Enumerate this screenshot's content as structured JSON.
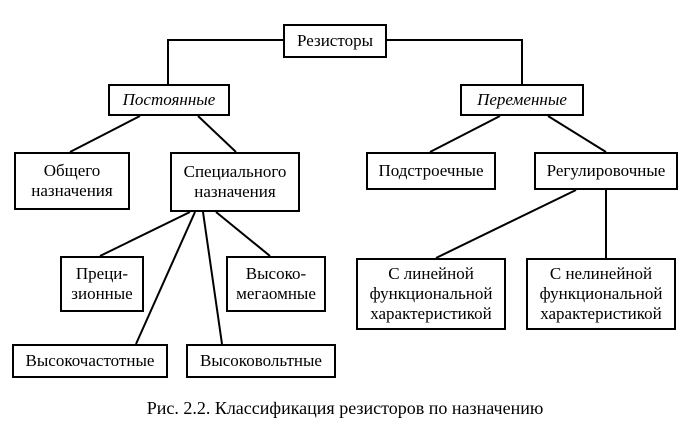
{
  "nodes": {
    "root": "Резисторы",
    "fixed": "Постоянные",
    "variable": "Переменные",
    "general": "Общего\nназначения",
    "special": "Специального\nназначения",
    "trimmer": "Подстроечные",
    "adjustable": "Регулировочные",
    "precision": "Преци-\nзионные",
    "high_megohm": "Высоко-\nмегаомные",
    "high_freq": "Высокочастотные",
    "high_voltage": "Высоковольтные",
    "linear": "С линейной\nфункциональной\nхарактеристикой",
    "nonlinear": "С нелинейной\nфункциональной\nхарактеристикой"
  },
  "caption": "Рис. 2.2. Классификация резисторов по назначению"
}
